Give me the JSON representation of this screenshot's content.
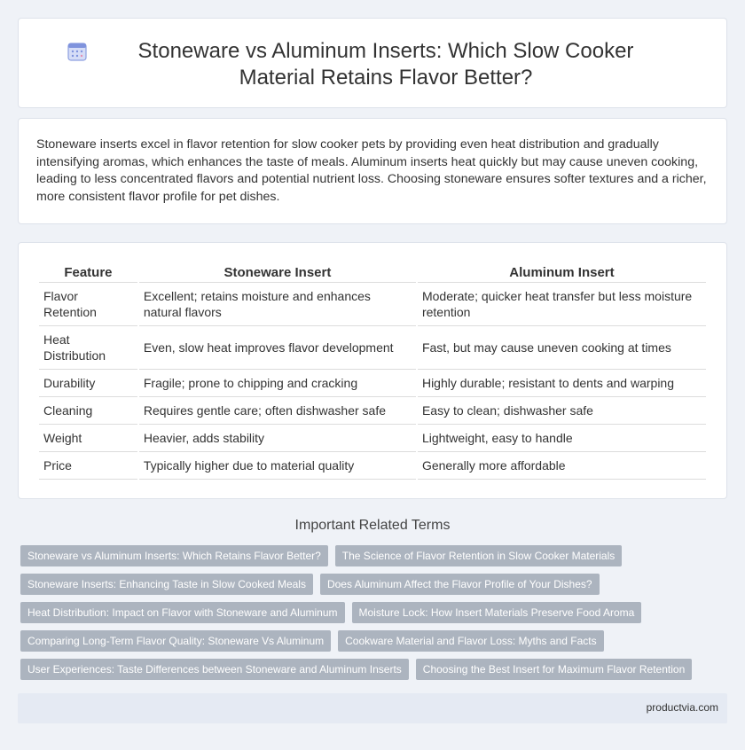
{
  "header": {
    "title": "Stoneware vs Aluminum Inserts: Which Slow Cooker Material Retains Flavor Better?",
    "icon": "calendar-icon"
  },
  "summary": "Stoneware inserts excel in flavor retention for slow cooker pets by providing even heat distribution and gradually intensifying aromas, which enhances the taste of meals. Aluminum inserts heat quickly but may cause uneven cooking, leading to less concentrated flavors and potential nutrient loss. Choosing stoneware ensures softer textures and a richer, more consistent flavor profile for pet dishes.",
  "table": {
    "headers": [
      "Feature",
      "Stoneware Insert",
      "Aluminum Insert"
    ],
    "rows": [
      [
        "Flavor Retention",
        "Excellent; retains moisture and enhances natural flavors",
        "Moderate; quicker heat transfer but less moisture retention"
      ],
      [
        "Heat Distribution",
        "Even, slow heat improves flavor development",
        "Fast, but may cause uneven cooking at times"
      ],
      [
        "Durability",
        "Fragile; prone to chipping and cracking",
        "Highly durable; resistant to dents and warping"
      ],
      [
        "Cleaning",
        "Requires gentle care; often dishwasher safe",
        "Easy to clean; dishwasher safe"
      ],
      [
        "Weight",
        "Heavier, adds stability",
        "Lightweight, easy to handle"
      ],
      [
        "Price",
        "Typically higher due to material quality",
        "Generally more affordable"
      ]
    ]
  },
  "related": {
    "heading": "Important Related Terms",
    "tags": [
      "Stoneware vs Aluminum Inserts: Which Retains Flavor Better?",
      "The Science of Flavor Retention in Slow Cooker Materials",
      "Stoneware Inserts: Enhancing Taste in Slow Cooked Meals",
      "Does Aluminum Affect the Flavor Profile of Your Dishes?",
      "Heat Distribution: Impact on Flavor with Stoneware and Aluminum",
      "Moisture Lock: How Insert Materials Preserve Food Aroma",
      "Comparing Long-Term Flavor Quality: Stoneware Vs Aluminum",
      "Cookware Material and Flavor Loss: Myths and Facts",
      "User Experiences: Taste Differences between Stoneware and Aluminum Inserts",
      "Choosing the Best Insert for Maximum Flavor Retention"
    ]
  },
  "footer": {
    "site": "productvia.com"
  },
  "colors": {
    "background": "#eff2f7",
    "tag": "#acb4bf",
    "footer": "#e5eaf3"
  }
}
